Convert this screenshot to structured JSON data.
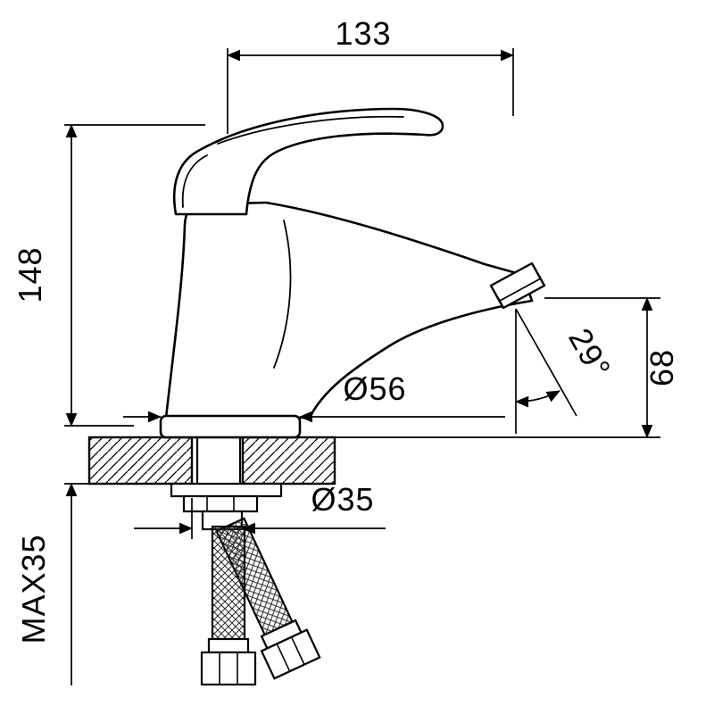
{
  "drawing": {
    "subject": "single-handle basin faucet — dimensioned technical drawing",
    "view": "side elevation with countertop mounting cross-section",
    "background_color": "#ffffff",
    "line_color": "#000000"
  },
  "dimensions": {
    "spout_reach": "133",
    "height": "148",
    "base_diameter": "Ø56",
    "stream_angle": "29°",
    "outlet_height": "68",
    "hole_diameter": "Ø35",
    "max_thickness": "MAX35"
  }
}
